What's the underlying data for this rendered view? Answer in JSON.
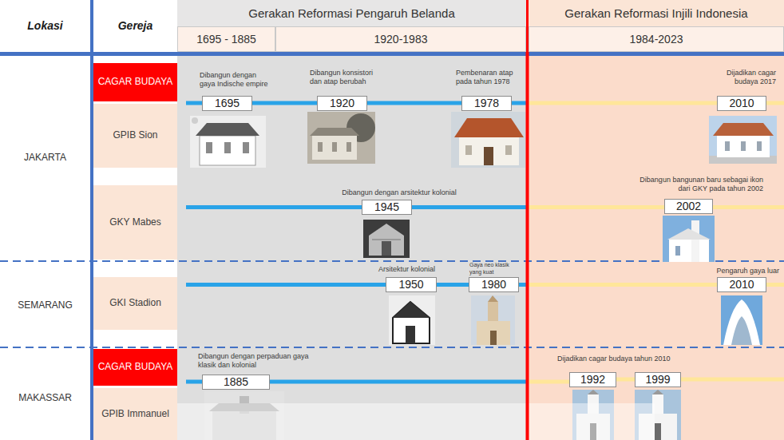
{
  "diagram": {
    "nodes": [
      {
        "text": [
          "Lokasi"
        ]
      },
      {
        "text": [
          "Gereja"
        ]
      },
      {
        "text": [
          "Gerakan Reformasi Pengaruh Belanda"
        ]
      },
      {
        "text": [
          "1695 - 1885"
        ],
        "in": 2
      },
      {
        "text": [
          "1920-1983"
        ],
        "in": 2
      },
      {
        "text": [
          "Gerakan Reformasi Injili Indonesia"
        ]
      },
      {
        "text": [
          "1984-2023"
        ],
        "in": 5
      },
      {
        "text": [
          "CAGAR BUDAYA"
        ]
      },
      {
        "text": [
          "GPIB Sion"
        ]
      },
      {
        "text": [
          "GKY Mabes"
        ]
      },
      {
        "text": [
          "GKI Stadion"
        ]
      },
      {
        "text": [
          "CAGAR BUDAYA"
        ]
      },
      {
        "text": [
          "GPIB Immanuel"
        ]
      },
      {
        "text": [
          "1695"
        ]
      },
      {
        "text": [
          "1920"
        ]
      },
      {
        "text": [
          "1978"
        ]
      },
      {
        "text": [
          "2010"
        ]
      },
      {
        "text": [
          "1945"
        ]
      },
      {
        "text": [
          "2002"
        ]
      },
      {
        "text": [
          "1950"
        ]
      },
      {
        "text": [
          "1980"
        ]
      },
      {
        "text": [
          "2010"
        ]
      },
      {
        "text": [
          "1885"
        ]
      },
      {
        "text": [
          "1992"
        ]
      },
      {
        "text": [
          "1999"
        ]
      }
    ],
    "edges": [
      {
        "from": 13,
        "to": 14,
        "arrow": "none"
      },
      {
        "from": 14,
        "to": 15,
        "arrow": "none"
      },
      {
        "from": 15,
        "to": 16,
        "arrow": "none"
      },
      {
        "from": 17,
        "to": 18,
        "arrow": "none"
      },
      {
        "from": 19,
        "to": 20,
        "arrow": "none"
      },
      {
        "from": 20,
        "to": 21,
        "arrow": "none"
      },
      {
        "from": 22,
        "to": 23,
        "arrow": "none"
      },
      {
        "from": 23,
        "to": 24,
        "arrow": "none"
      }
    ],
    "labels": [
      "JAKARTA",
      "Dibangun dengan gaya Indische empire",
      "Dibangun konsistori dan atap berubah",
      "Pembenaran atap pada tahun 1978",
      "Dijadikan cagar budaya 2017",
      "Dibangun dengan arsitektur kolonial",
      "Dibangun bangunan baru sebagai ikon dari GKY pada tahun 2002",
      "SEMARANG",
      "Arsitektur kolonial",
      "Gaya neo klasik yang kuat",
      "Pengaruh gaya luar",
      "MAKASSAR",
      "Dibangun dengan perpaduan gaya klasik dan kolonial",
      "Dijadikan cagar budaya tahun 2010"
    ]
  }
}
